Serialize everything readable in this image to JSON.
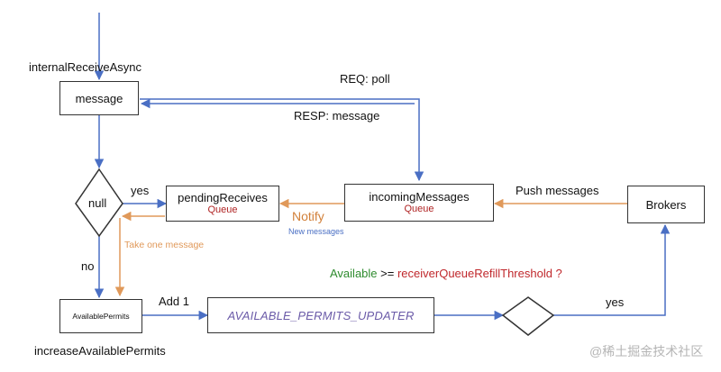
{
  "diagram": {
    "entry_label": "internalReceiveAsync",
    "message_box": "message",
    "req_label": "REQ: poll",
    "resp_label": "RESP: message",
    "null_diamond": "null",
    "yes_label": "yes",
    "no_label": "no",
    "pending_box": {
      "title": "pendingReceives",
      "sub": "Queue"
    },
    "incoming_box": {
      "title": "incomingMessages",
      "sub": "Queue"
    },
    "notify_label": "Notify",
    "new_messages_label": "New messages",
    "take_one_label": "Take one message",
    "push_label": "Push messages",
    "brokers_box": "Brokers",
    "available_box": "AvailablePermits",
    "add1_label": "Add 1",
    "updater_box": "AVAILABLE_PERMITS_UPDATER",
    "increase_label": "increaseAvailablePermits",
    "condition": {
      "part1": "Available",
      "part2": ">=",
      "part3": "receiverQueueRefillThreshold ?"
    },
    "yes2_label": "yes"
  },
  "watermark": "@稀土掘金技术社区",
  "colors": {
    "blue_arrow": "#4a6fc4",
    "orange_arrow": "#e0995a",
    "queue_red": "#b02424",
    "notify_orange": "#d2803a",
    "new_messages_blue": "#4a6fc4",
    "condition_green": "#2e8b2e",
    "condition_red": "#c0282c",
    "updater_purple": "#6b5ba8"
  }
}
